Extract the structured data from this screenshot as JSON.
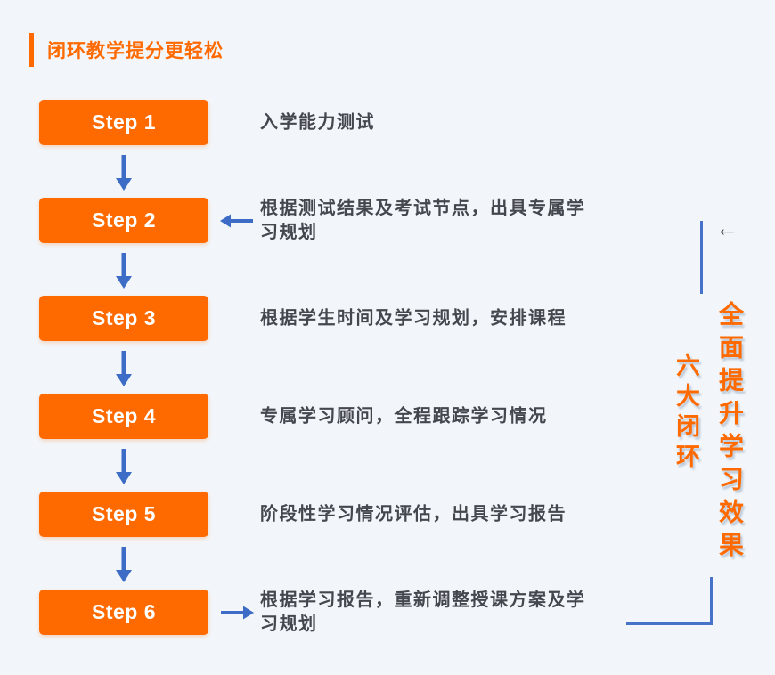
{
  "title": {
    "text": "闭环教学提分更轻松"
  },
  "steps": [
    {
      "label": "Step 1",
      "description": "入学能力测试",
      "side_arrow": "none"
    },
    {
      "label": "Step 2",
      "description": "根据测试结果及考试节点，出具专属学习规划",
      "side_arrow": "left"
    },
    {
      "label": "Step 3",
      "description": "根据学生时间及学习规划，安排课程",
      "side_arrow": "none"
    },
    {
      "label": "Step 4",
      "description": "专属学习顾问，全程跟踪学习情况",
      "side_arrow": "none"
    },
    {
      "label": "Step 5",
      "description": "阶段性学习情况评估，出具学习报告",
      "side_arrow": "none"
    },
    {
      "label": "Step 6",
      "description": "根据学习报告，重新调整授课方案及学习规划",
      "side_arrow": "right"
    }
  ],
  "side_annotation": {
    "back_arrow_glyph": "←",
    "loop_label": "六大闭环",
    "benefit_label": "全面提升学习效果"
  },
  "colors": {
    "accent_orange": "#ff6a00",
    "arrow_blue": "#3c6cc6",
    "bracket_blue": "#4673c8",
    "text_dark": "#45474f",
    "background": "#f2f6fa"
  }
}
